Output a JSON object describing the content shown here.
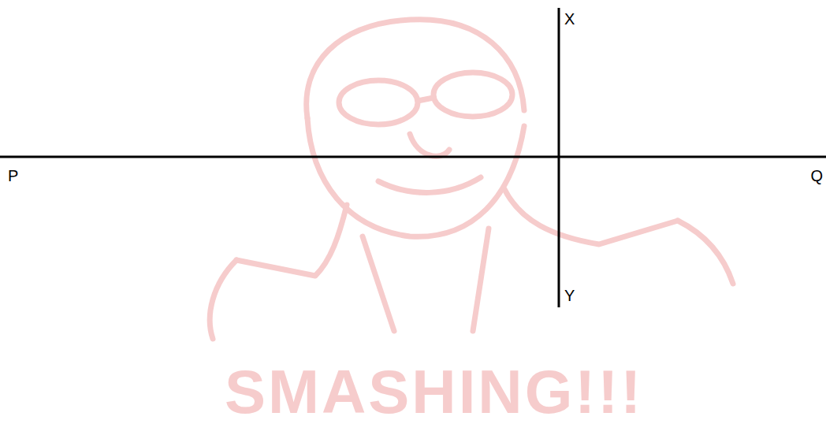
{
  "diagram": {
    "labels": [
      "P",
      "Q",
      "X",
      "Y",
      "SMASHING!!!"
    ]
  }
}
